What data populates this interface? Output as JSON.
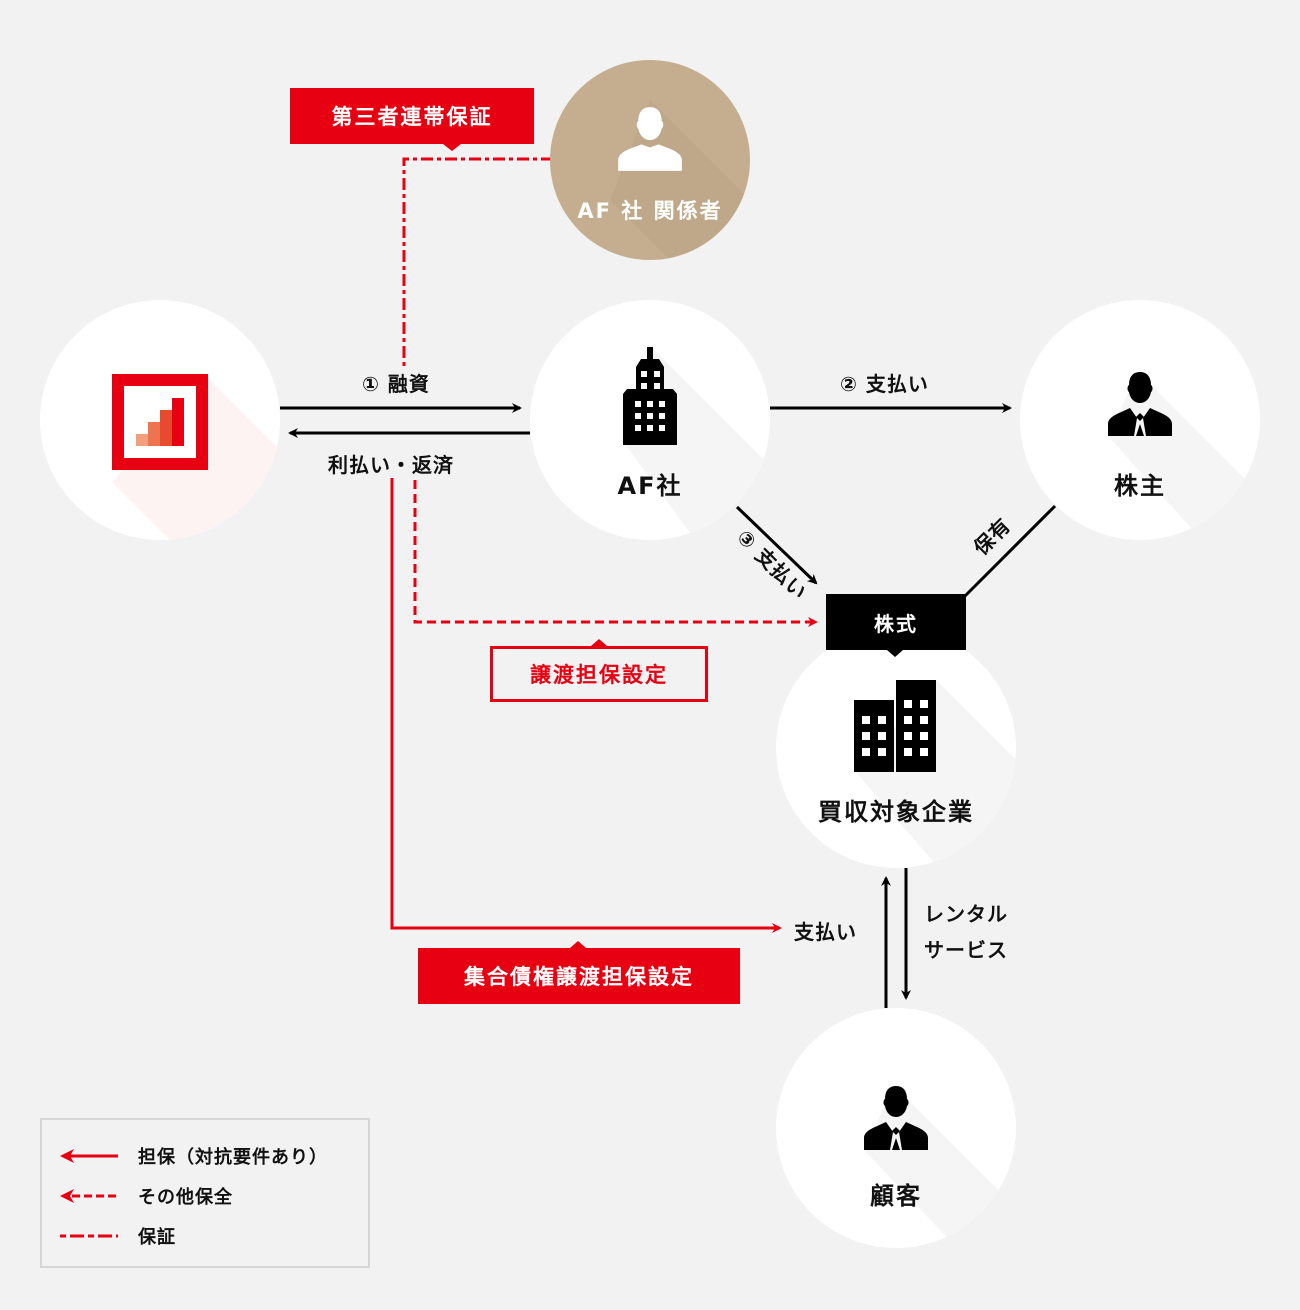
{
  "colors": {
    "background": "#f2f2f2",
    "node": "#ffffff",
    "accent_red": "#e60012",
    "related_party": "#c4ae8f",
    "black": "#000000"
  },
  "nodes": {
    "lender": {
      "label": "",
      "icon": "bank-logo-icon"
    },
    "af_company": {
      "label": "AF社",
      "icon": "office-building-icon"
    },
    "shareholder": {
      "label": "株主",
      "icon": "person-icon"
    },
    "af_related": {
      "label": "AF 社 関係者",
      "icon": "person-icon"
    },
    "target_company": {
      "label": "買収対象企業",
      "icon": "buildings-icon"
    },
    "customer": {
      "label": "顧客",
      "icon": "person-icon"
    }
  },
  "edges": {
    "loan": "① 融資",
    "interest_repayment": "利払い・返済",
    "payment_2": "② 支払い",
    "payment_3": "③ 支払い",
    "holding": "保有",
    "customer_payment": "支払い",
    "rental_service": [
      "レンタル",
      "サービス"
    ]
  },
  "tags": {
    "third_party_guarantee": "第三者連帯保証",
    "transfer_security": "譲渡担保設定",
    "shares": "株式",
    "collective_claims_security": "集合債権譲渡担保設定"
  },
  "legend": [
    {
      "style": "solid-arrow",
      "label": "担保（対抗要件あり）"
    },
    {
      "style": "dashed-arrow",
      "label": "その他保全"
    },
    {
      "style": "dash-dot",
      "label": "保証"
    }
  ]
}
